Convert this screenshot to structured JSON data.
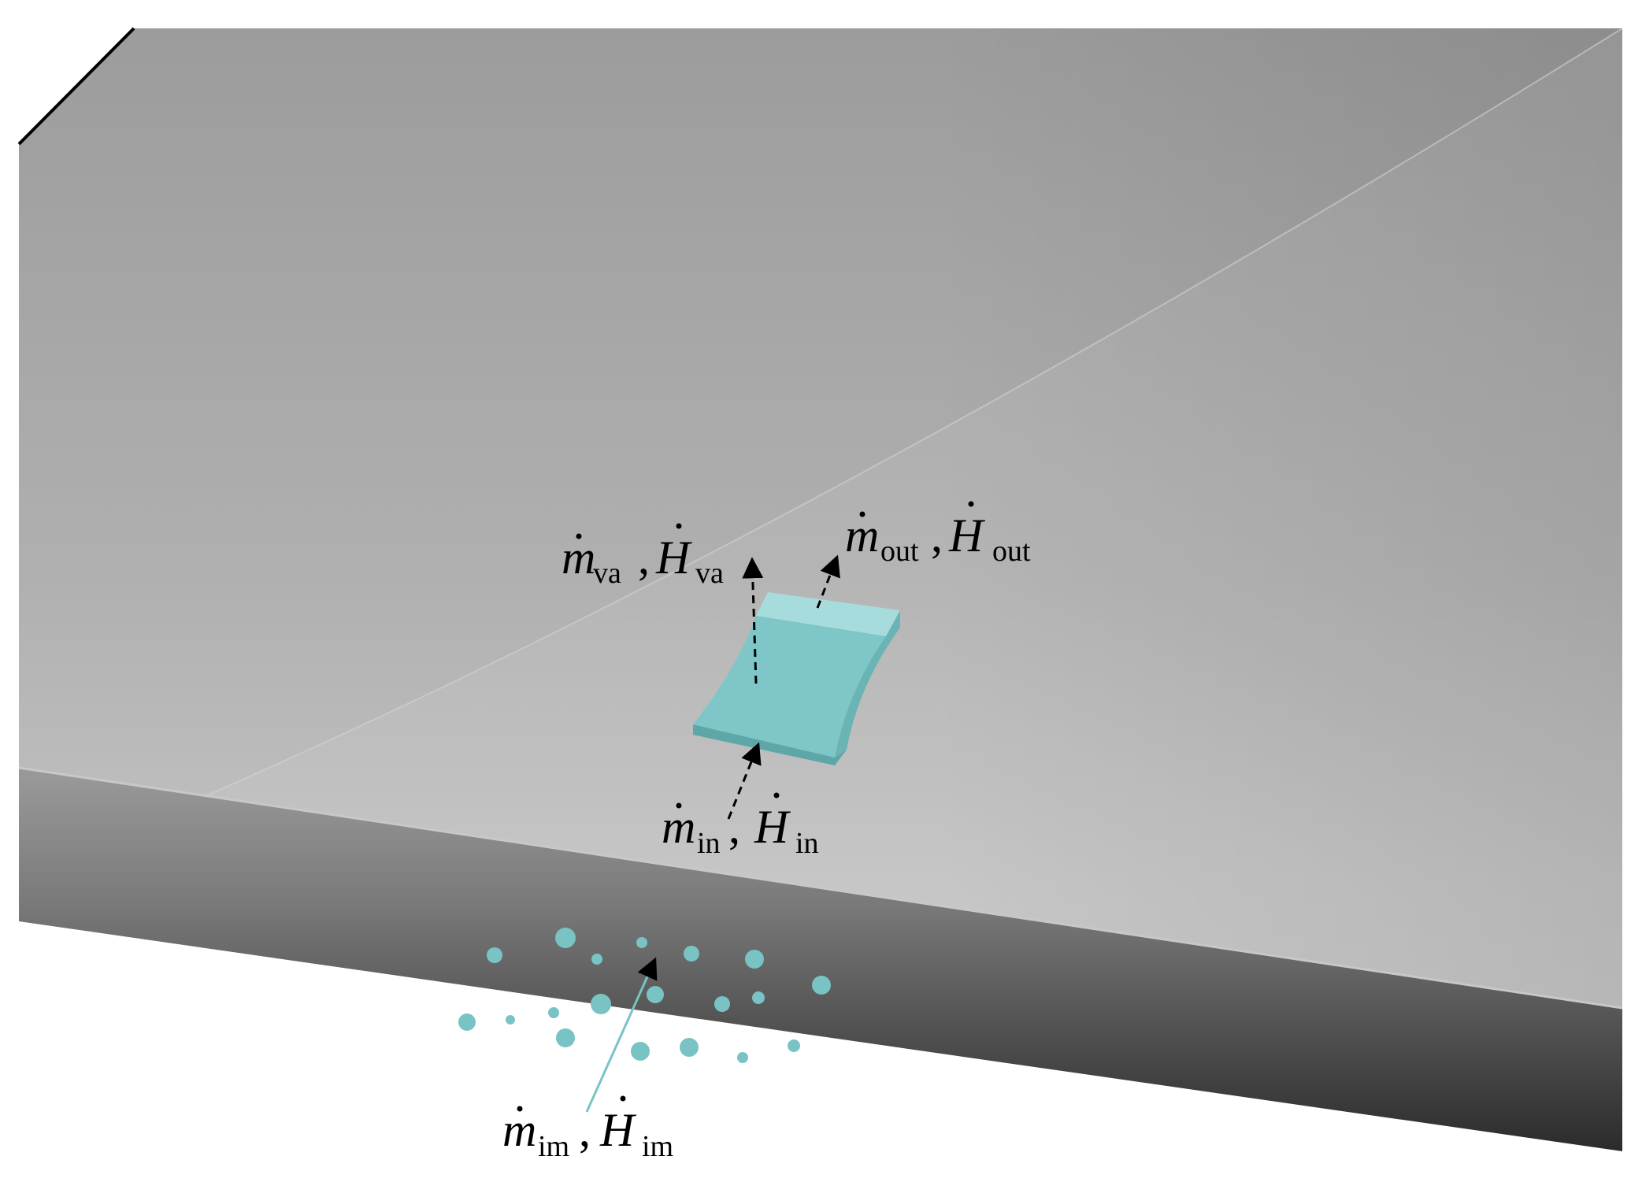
{
  "colors": {
    "surface_light": "#c4c4c4",
    "surface_dark": "#8e8e8e",
    "edge_dark": "#2a2a2a",
    "droplet": "#79c3c4",
    "cell_front": "#7ec6c7",
    "cell_side": "#6ab4b5",
    "cell_top": "#a7dcdd"
  },
  "labels": {
    "va": {
      "m": "m",
      "h": "H",
      "sub": "va",
      "comma": ","
    },
    "out": {
      "m": "m",
      "h": "H",
      "sub": "out",
      "comma": ","
    },
    "in": {
      "m": "m",
      "h": "H",
      "sub": "in",
      "comma": ","
    },
    "im": {
      "m": "m",
      "h": "H",
      "sub": "im",
      "comma": ","
    }
  }
}
